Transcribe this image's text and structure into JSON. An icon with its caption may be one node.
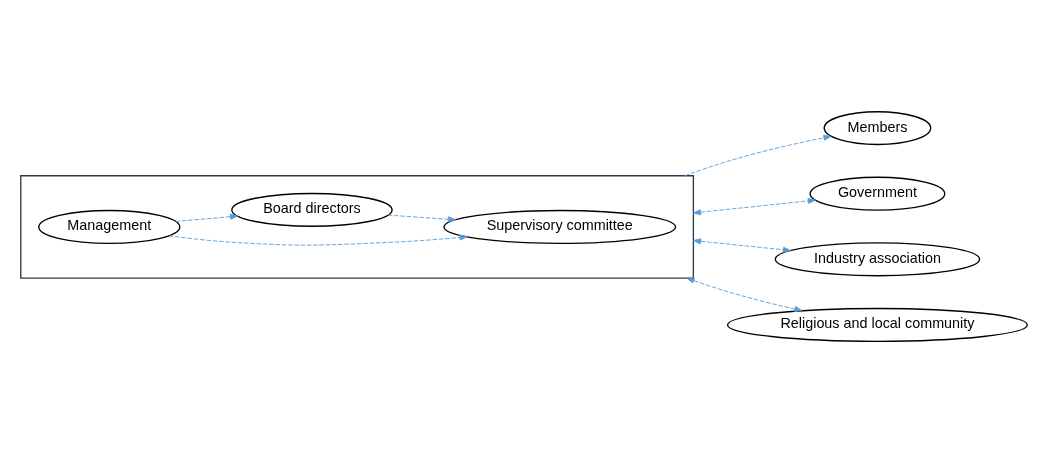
{
  "diagram": {
    "nodes": [
      {
        "text": [],
        "shape": "box"
      },
      {
        "text": [
          "Supervisory committee"
        ],
        "in": 0
      },
      {
        "text": [
          "Management"
        ],
        "in": 0
      },
      {
        "text": [
          "Board directors"
        ],
        "in": 0
      },
      {
        "text": [
          "Members"
        ]
      },
      {
        "text": [
          "Government"
        ]
      },
      {
        "text": [
          "Industry association"
        ]
      },
      {
        "text": [
          "Religious and local community"
        ]
      }
    ],
    "edges": [
      {
        "from": 2,
        "to": 1,
        "arrow": "to",
        "style": "dashed"
      },
      {
        "from": 3,
        "to": 1,
        "arrow": "to",
        "style": "dashed"
      },
      {
        "from": 2,
        "to": 3,
        "arrow": "to",
        "style": "dashed"
      },
      {
        "from": 0,
        "to": 4,
        "arrow": "to",
        "style": "dashed"
      },
      {
        "from": 0,
        "to": 5,
        "arrow": "both",
        "style": "dashed"
      },
      {
        "from": 0,
        "to": 6,
        "arrow": "both",
        "style": "dashed"
      },
      {
        "from": 0,
        "to": 7,
        "arrow": "both",
        "style": "dashed"
      }
    ]
  }
}
